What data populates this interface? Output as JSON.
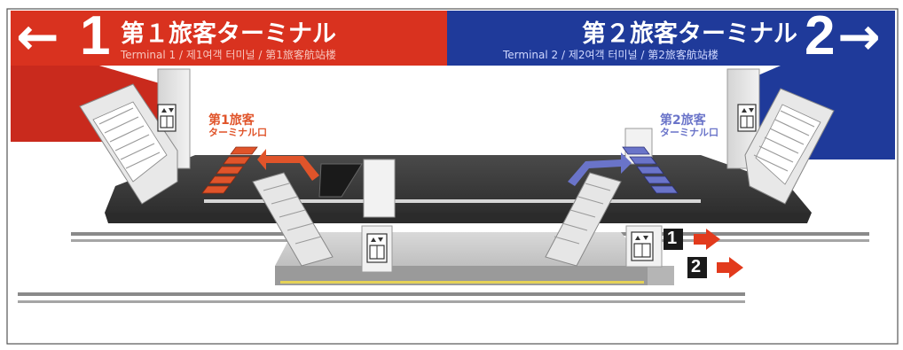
{
  "terminal1": {
    "arrow": "←",
    "number": "1",
    "title": "第１旅客ターミナル",
    "subtitle": "Terminal 1 / 제1여객 터미널 / 第1旅客航站楼",
    "color": "#d9321f"
  },
  "terminal2": {
    "arrow": "→",
    "number": "2",
    "title": "第２旅客ターミナル",
    "subtitle": "Terminal 2 / 제2여객 터미널 / 第2旅客航站楼",
    "color": "#1f3a9a"
  },
  "diagram": {
    "entrance1_line1": "第1旅客",
    "entrance1_line2": "ターミナル口",
    "entrance1_color": "#e0542a",
    "entrance2_line1": "第2旅客",
    "entrance2_line2": "ターミナル口",
    "entrance2_color": "#6a74c9",
    "platform1": "1",
    "platform2": "2",
    "track_arrow_color": "#e23a1c",
    "elevator_icon": "elevator-icon"
  }
}
